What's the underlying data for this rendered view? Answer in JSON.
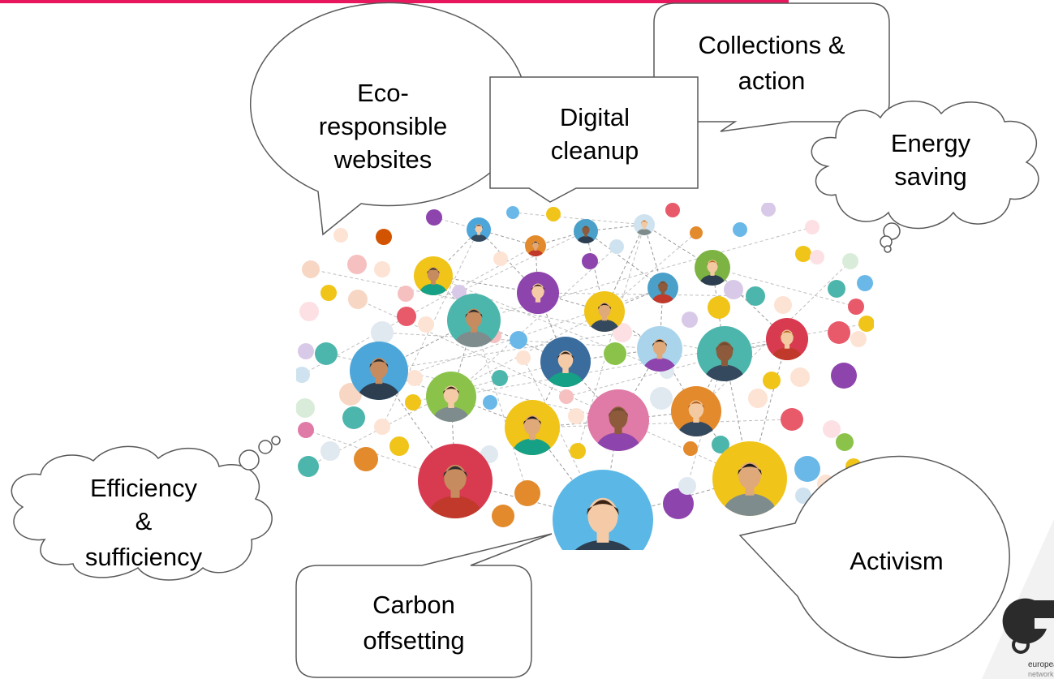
{
  "colors": {
    "accent_bar": "#e8175d",
    "bubble_stroke": "#595959",
    "logo_dark": "#2b2b2b"
  },
  "bubbles": {
    "collections": [
      "Collections &",
      "action"
    ],
    "eco": [
      "Eco-",
      "responsible",
      "websites"
    ],
    "digital": [
      "Digital",
      "cleanup"
    ],
    "energy": [
      "Energy",
      "saving"
    ],
    "efficiency": [
      "Efficiency",
      "&",
      "sufficiency"
    ],
    "activism": [
      "Activism"
    ],
    "carbon": [
      "Carbon",
      "offsetting"
    ]
  },
  "logo": {
    "line1": "europea",
    "line2": "network"
  },
  "illustration": {
    "subject": "network of people avatars connected by dashed lines"
  }
}
